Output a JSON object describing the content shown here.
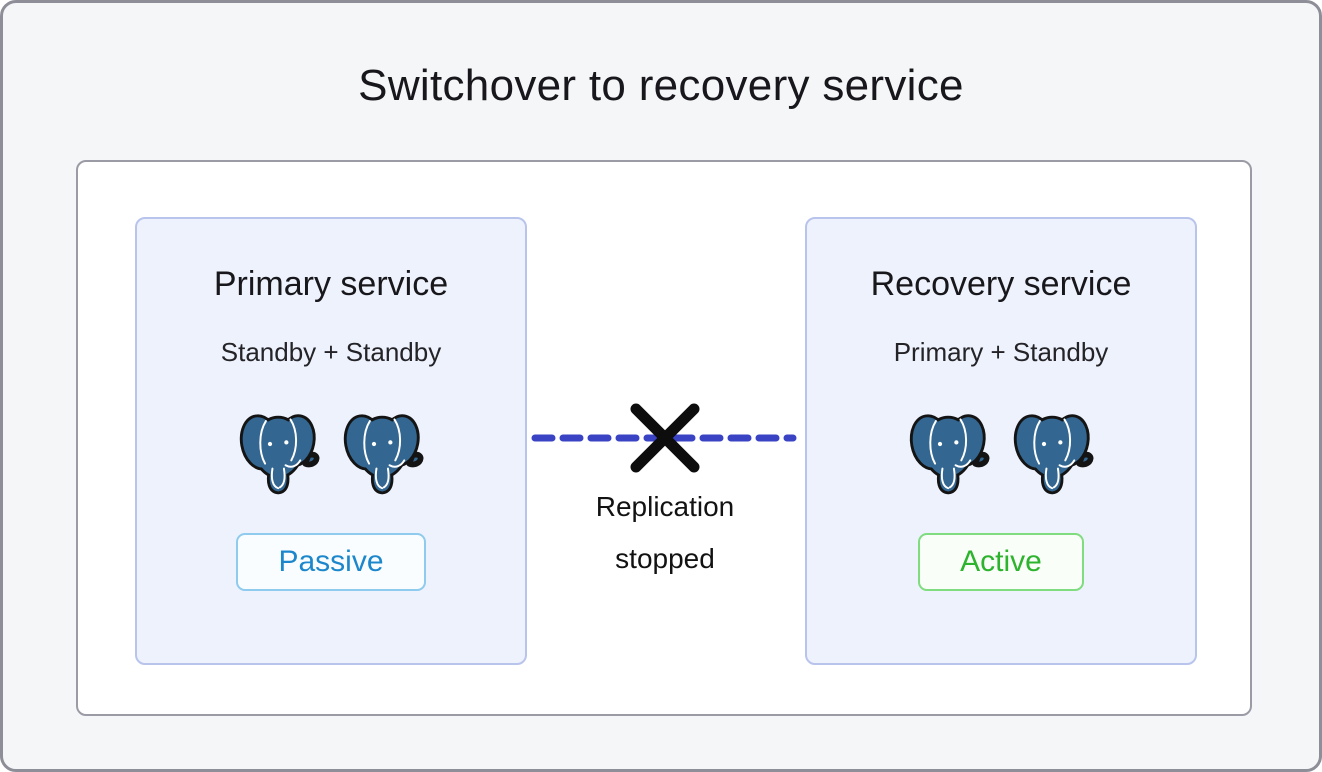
{
  "page": {
    "title": "Switchover to recovery service"
  },
  "cards": {
    "primary": {
      "title": "Primary service",
      "subtitle": "Standby + Standby",
      "badge_label": "Passive",
      "badge_state": "passive",
      "node_icons": [
        "postgresql-elephant-icon",
        "postgresql-elephant-icon"
      ]
    },
    "recovery": {
      "title": "Recovery service",
      "subtitle": "Primary + Standby",
      "badge_label": "Active",
      "badge_state": "active",
      "node_icons": [
        "postgresql-elephant-icon",
        "postgresql-elephant-icon"
      ]
    }
  },
  "connector": {
    "label_line1": "Replication",
    "label_line2": "stopped",
    "line_style": "dashed",
    "crossed_out": true
  },
  "colors": {
    "page_bg": "#f5f6f8",
    "frame_border": "#8e8e99",
    "panel_border": "#9b9ba6",
    "card_bg": "#eef2fc",
    "card_border": "#b9c4ec",
    "dash_blue": "#3a43c4",
    "x_black": "#0d0d0d",
    "passive_text": "#1d87cb",
    "passive_border": "#8ecbee",
    "passive_bg": "#fafdff",
    "active_text": "#2db32d",
    "active_border": "#7fdc7f",
    "active_bg": "#f9fef9",
    "elephant_blue": "#336791",
    "text_dark": "#17171c"
  }
}
